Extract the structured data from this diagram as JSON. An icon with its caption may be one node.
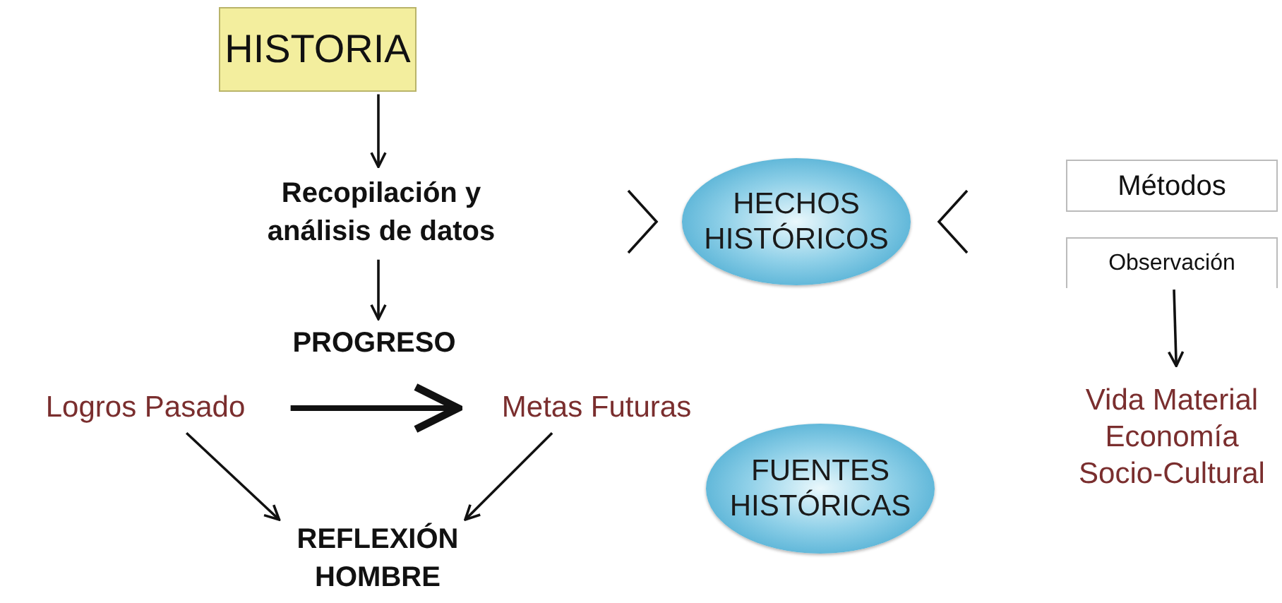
{
  "diagram": {
    "nodes": [
      {
        "text": [
          "HISTORIA"
        ]
      },
      {
        "text": [
          "Recopilación y análisis de datos"
        ]
      },
      {
        "text": [
          "PROGRESO"
        ]
      },
      {
        "text": [
          "Logros Pasado"
        ]
      },
      {
        "text": [
          "Metas Futuras"
        ]
      },
      {
        "text": [
          "REFLEXIÓN HOMBRE"
        ]
      },
      {
        "text": [
          "HECHOS HISTÓRICOS"
        ]
      },
      {
        "text": [
          "Métodos"
        ]
      },
      {
        "text": [
          "Observación"
        ]
      },
      {
        "text": [
          "Vida Material",
          "Economía",
          "Socio-Cultural"
        ]
      },
      {
        "text": [
          "FUENTES HISTÓRICAS"
        ]
      }
    ],
    "edges": [
      {
        "from": 0,
        "to": 1,
        "arrow": "to"
      },
      {
        "from": 1,
        "to": 2,
        "arrow": "to"
      },
      {
        "from": 3,
        "to": 4,
        "arrow": "to",
        "style": "thick"
      },
      {
        "from": 3,
        "to": 5,
        "arrow": "to"
      },
      {
        "from": 4,
        "to": 5,
        "arrow": "to"
      },
      {
        "from": 8,
        "to": 9,
        "arrow": "to"
      },
      {
        "from": null,
        "to": 6,
        "arrow": "to"
      },
      {
        "from": null,
        "to": 6,
        "arrow": "to"
      }
    ]
  }
}
